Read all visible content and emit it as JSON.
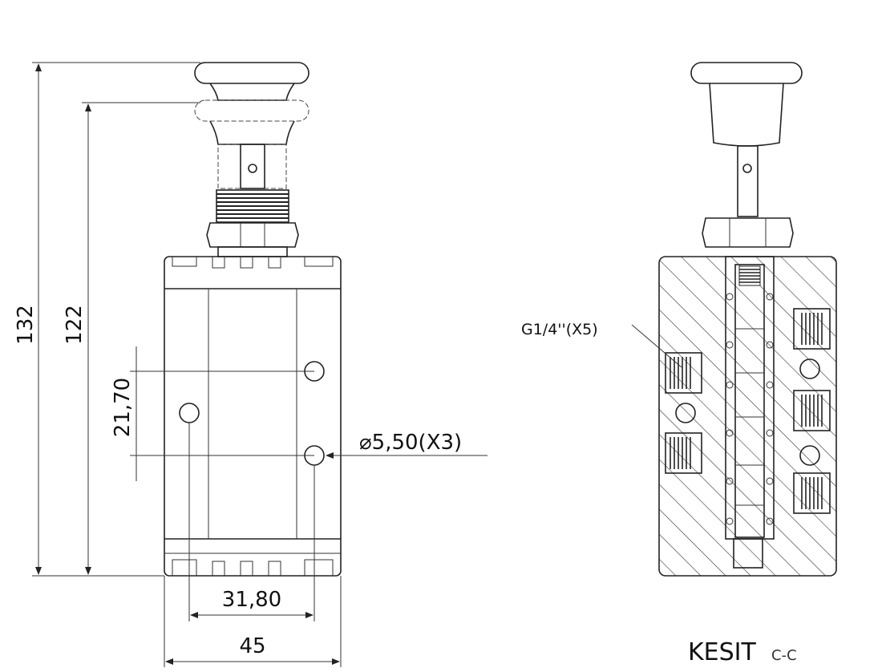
{
  "front_view": {
    "dim_overall_height": "132",
    "dim_body_height": "122",
    "dim_hole_spacing": "21,70",
    "dim_hole_diameter": "⌀5,50(X3)",
    "dim_hole_width_spacing": "31,80",
    "dim_body_width": "45"
  },
  "section_view": {
    "port_label": "G1/4''(X5)",
    "title": "KESIT",
    "subtitle": "C-C"
  }
}
